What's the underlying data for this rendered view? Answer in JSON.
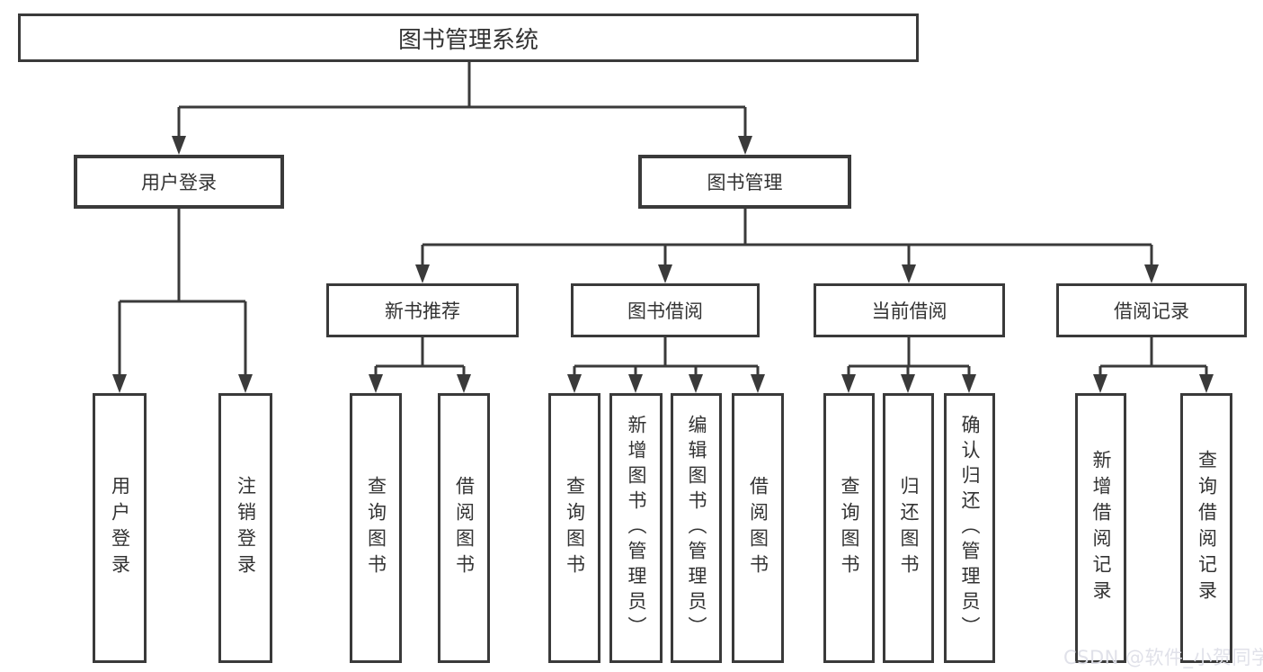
{
  "tree": {
    "label": "图书管理系统",
    "children": [
      {
        "label": "用户登录",
        "children": [
          {
            "label": "用户登录"
          },
          {
            "label": "注销登录"
          }
        ]
      },
      {
        "label": "图书管理",
        "children": [
          {
            "label": "新书推荐",
            "children": [
              {
                "label": "查询图书"
              },
              {
                "label": "借阅图书"
              }
            ]
          },
          {
            "label": "图书借阅",
            "children": [
              {
                "label": "查询图书"
              },
              {
                "label": "新增图书（管理员）"
              },
              {
                "label": "编辑图书（管理员）"
              },
              {
                "label": "借阅图书"
              }
            ]
          },
          {
            "label": "当前借阅",
            "children": [
              {
                "label": "查询图书"
              },
              {
                "label": "归还图书"
              },
              {
                "label": "确认归还（管理员）"
              }
            ]
          },
          {
            "label": "借阅记录",
            "children": [
              {
                "label": "新增借阅记录"
              },
              {
                "label": "查询借阅记录"
              }
            ]
          }
        ]
      }
    ]
  },
  "watermark": "CSDN @软件_小贺同学",
  "colors": {
    "line": "#3a3a3a",
    "text": "#333333",
    "background": "#ffffff",
    "watermark": "#dedfe8"
  }
}
